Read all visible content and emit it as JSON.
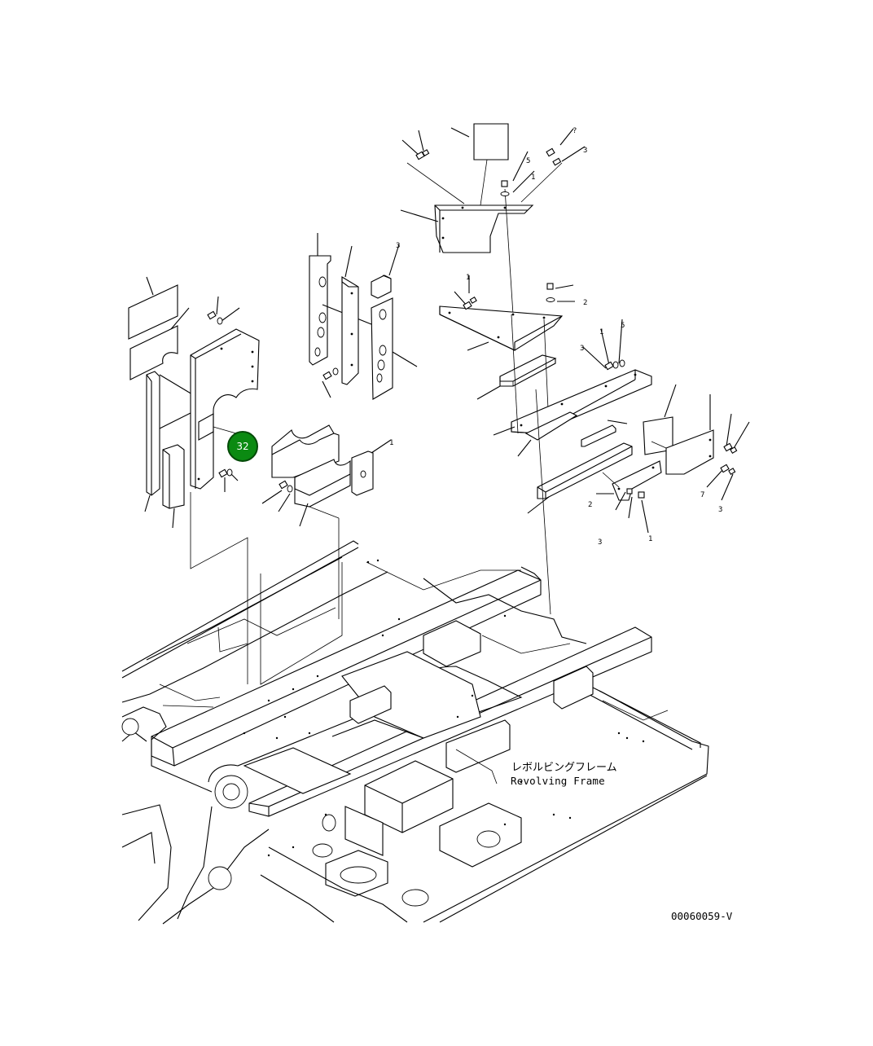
{
  "diagram": {
    "frame_label_jp": "レボルビングフレーム",
    "frame_label_en": "Revolving Frame",
    "drawing_number": "00060059-V",
    "callout": {
      "number": "32",
      "color": "#0b8a12"
    }
  }
}
